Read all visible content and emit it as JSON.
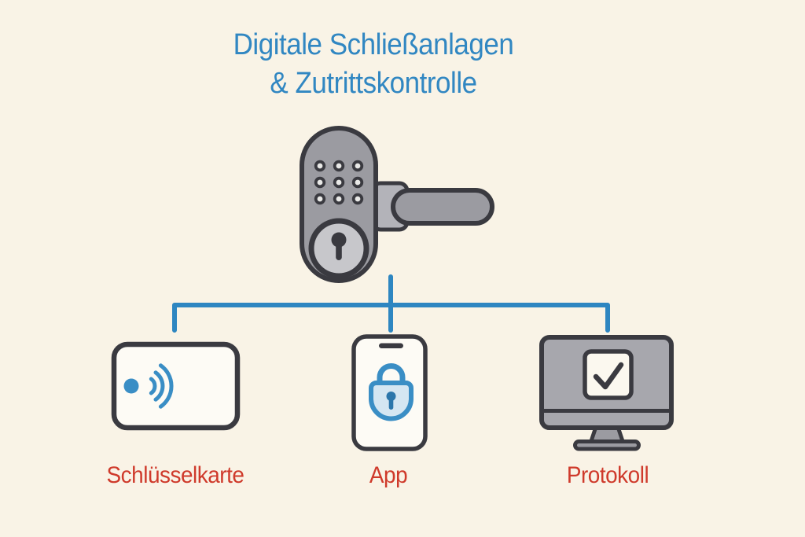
{
  "title": {
    "line1": "Digitale Schließanlagen",
    "line2": "& Zutrittskontrolle"
  },
  "diagram": {
    "root": {
      "icon": "smart-door-lock-icon"
    },
    "nodes": [
      {
        "label": "Schlüsselkarte",
        "icon": "nfc-keycard-icon"
      },
      {
        "label": "App",
        "icon": "smartphone-app-lock-icon"
      },
      {
        "label": "Protokoll",
        "icon": "monitor-checkmark-icon"
      }
    ]
  },
  "colors": {
    "bg": "#f9f3e6",
    "title-blue": "#3187c2",
    "connector-blue": "#2e86c1",
    "icon-blue": "#3a8ec5",
    "padlock-fill-blue": "#d4e6f2",
    "keyhole-blue": "#2b76ab",
    "label-red": "#cf3a2b",
    "ink": "#3a3a40",
    "gray": "#9b9ba1",
    "gray-plate": "#b3b3b9",
    "gray-inner": "#c7c7cb",
    "monitor-gray": "#a7a7ad",
    "dot-inner": "#e9e9e7",
    "near-white": "#fdfbf5",
    "check-fill": "#fbf8ef"
  }
}
